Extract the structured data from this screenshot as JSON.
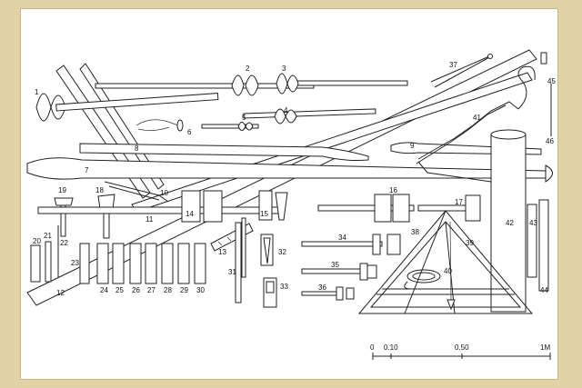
{
  "labels": [
    "1",
    "2",
    "3",
    "4",
    "5",
    "6",
    "7",
    "8",
    "9",
    "10",
    "11",
    "12",
    "13",
    "14",
    "15",
    "16",
    "17",
    "18",
    "19",
    "20",
    "21",
    "22",
    "23",
    "24",
    "25",
    "26",
    "27",
    "28",
    "29",
    "30",
    "31",
    "32",
    "33",
    "34",
    "35",
    "36",
    "37",
    "38",
    "39",
    "40",
    "41",
    "42",
    "43",
    "44",
    "45",
    "46"
  ],
  "scale": {
    "ticks": [
      "0",
      "0.10",
      "0.50",
      "1M"
    ]
  },
  "colors": {
    "frame": "#e2d3a6",
    "sheet": "#ffffff",
    "ink": "#222222"
  }
}
